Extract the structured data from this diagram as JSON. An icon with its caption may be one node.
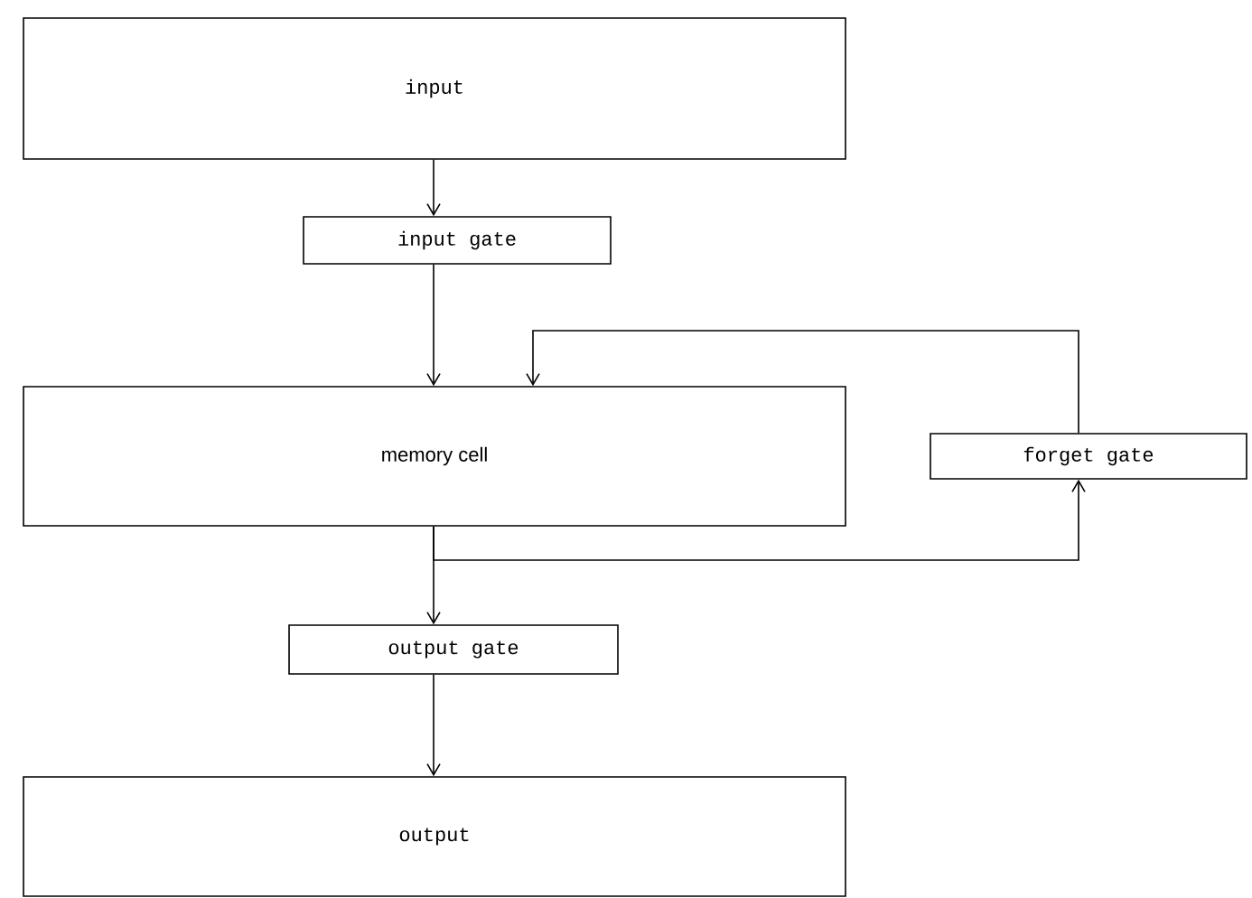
{
  "diagram": {
    "nodes": [
      {
        "text": [
          "input"
        ]
      },
      {
        "text": [
          "input gate"
        ]
      },
      {
        "text": [
          "memory cell"
        ]
      },
      {
        "text": [
          "output gate"
        ]
      },
      {
        "text": [
          "forget gate"
        ]
      },
      {
        "text": [
          "output"
        ]
      }
    ],
    "edges": [
      {
        "from": 0,
        "to": 1,
        "arrow": "to"
      },
      {
        "from": 1,
        "to": 2,
        "arrow": "to"
      },
      {
        "from": 2,
        "to": 3,
        "arrow": "to"
      },
      {
        "from": 2,
        "to": 4,
        "arrow": "to"
      },
      {
        "from": 4,
        "to": 2,
        "arrow": "to"
      },
      {
        "from": 3,
        "to": 5,
        "arrow": "to"
      }
    ]
  }
}
